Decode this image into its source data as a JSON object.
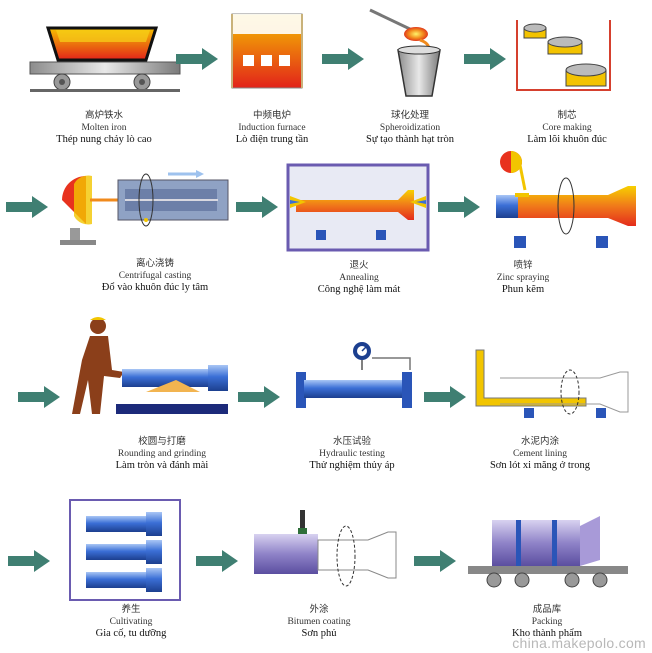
{
  "steps": [
    {
      "cn": "高炉铁水",
      "en": "Molten iron",
      "vi": "Thép nung chảy lò cao"
    },
    {
      "cn": "中频电炉",
      "en": "Induction furnace",
      "vi": "Lò điện trung tần"
    },
    {
      "cn": "球化处理",
      "en": "Spheroidization",
      "vi": "Sự tạo thành hạt tròn"
    },
    {
      "cn": "制芯",
      "en": "Core making",
      "vi": "Làm lõi khuôn đúc"
    },
    {
      "cn": "离心浇铸",
      "en": "Centrifugal casting",
      "vi": "Đổ vào khuôn đúc ly tâm"
    },
    {
      "cn": "退火",
      "en": "Annealing",
      "vi": "Công nghệ làm mát"
    },
    {
      "cn": "喷锌",
      "en": "Zinc spraying",
      "vi": "Phun kẽm"
    },
    {
      "cn": "校圆与打磨",
      "en": "Rounding and grinding",
      "vi": "Làm tròn và đánh mài"
    },
    {
      "cn": "水压试验",
      "en": "Hydraulic testing",
      "vi": "Thử nghiệm thủy áp"
    },
    {
      "cn": "水泥内涂",
      "en": "Cement lining",
      "vi": "Sơn lót xi măng ở trong"
    },
    {
      "cn": "养生",
      "en": "Cultivating",
      "vi": "Gia cố, tu dưỡng"
    },
    {
      "cn": "外涂",
      "en": "Bitumen coating",
      "vi": "Sơn phủ"
    },
    {
      "cn": "成品库",
      "en": "Packing",
      "vi": "Kho thành phẩm"
    }
  ],
  "watermark": "china.makepolo.com",
  "colors": {
    "arrow": "#3f7f72",
    "molten": "#f08a1c",
    "hot": "#e8321e",
    "blue_pipe": "#3b6fd6",
    "purple_frame": "#6a5bb0",
    "yellow": "#f2c500"
  }
}
